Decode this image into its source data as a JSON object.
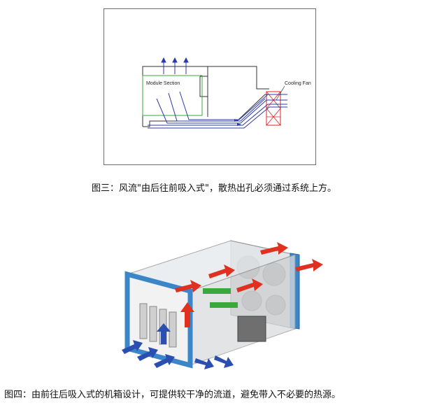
{
  "figure3": {
    "module_section_label": "Module Section",
    "cooling_fan_label": "Cooling Fan",
    "caption": "图三：风流\"由后往前吸入式\"，散热出孔必须通过系统上方。"
  },
  "figure4": {
    "caption": "图四：由前往后吸入式的机箱设计，可提供较干净的流道，避免带入不必要的热源。"
  },
  "colors": {
    "airflow_blue": "#2b3ba8",
    "module_green": "#3aa83a",
    "fan_red": "#e02020",
    "hot_air_red": "#e03020",
    "chassis_blue": "#3a86c8"
  }
}
